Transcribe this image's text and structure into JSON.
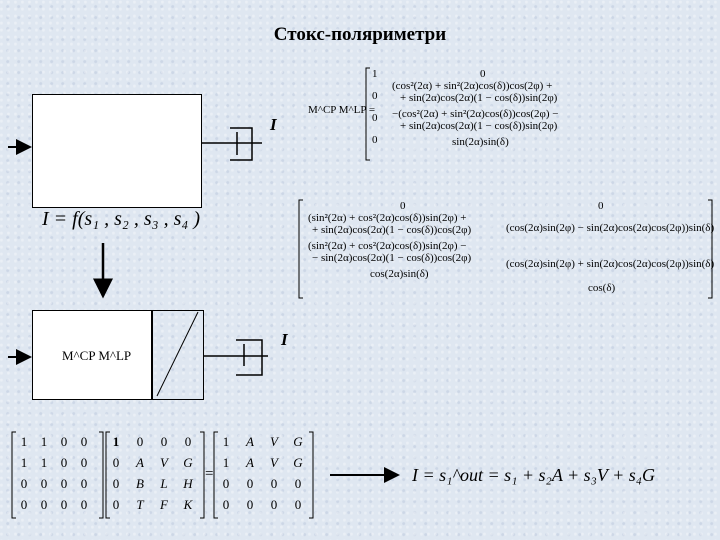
{
  "title": "Стокс-поляриметри",
  "signal_label_top": "I",
  "signal_label_bottom": "I",
  "function_eq": "I = f(s₁ , s₂ , s₃ , s₄ )",
  "box_label": "M^CP M^LP",
  "mueller_label": "M^CP M^LP =",
  "mueller_col1": [
    "1",
    "0",
    "0",
    "0"
  ],
  "mueller_col2": [
    "0",
    "(cos²(2α) + sin²(2α)cos(δ))cos(2φ) +",
    "+ sin(2α)cos(2α)(1 − cos(δ))sin(2φ)",
    "−(cos²(2α) + sin²(2α)cos(δ))cos(2φ) −",
    "+ sin(2α)cos(2α)(1 − cos(δ))sin(2φ)",
    "sin(2α)sin(δ)"
  ],
  "mueller_col3": [
    "0",
    "(sin²(2α) + cos²(2α)cos(δ))sin(2φ) +",
    "+ sin(2α)cos(2α)(1 − cos(δ))cos(2φ)",
    "(sin²(2α) + cos²(2α)cos(δ))sin(2φ) −",
    "− sin(2α)cos(2α)(1 − cos(δ))cos(2φ)",
    "cos(2α)sin(δ)"
  ],
  "mueller_col4": [
    "0",
    "(cos(2α)sin(2φ) − sin(2α)cos(2α)cos(2φ))sin(δ)",
    "(cos(2α)sin(2φ) + sin(2α)cos(2α)cos(2φ))sin(δ)",
    "cos(δ)"
  ],
  "matrix_a": [
    [
      "1",
      "1",
      "0",
      "0"
    ],
    [
      "1",
      "1",
      "0",
      "0"
    ],
    [
      "0",
      "0",
      "0",
      "0"
    ],
    [
      "0",
      "0",
      "0",
      "0"
    ]
  ],
  "matrix_b": [
    [
      "1",
      "0",
      "0",
      "0"
    ],
    [
      "0",
      "A",
      "V",
      "G"
    ],
    [
      "0",
      "B",
      "L",
      "H"
    ],
    [
      "0",
      "T",
      "F",
      "K"
    ]
  ],
  "matrix_c": [
    [
      "1",
      "A",
      "V",
      "G"
    ],
    [
      "1",
      "A",
      "V",
      "G"
    ],
    [
      "0",
      "0",
      "0",
      "0"
    ],
    [
      "0",
      "0",
      "0",
      "0"
    ]
  ],
  "equals": "=",
  "result_eq": "I = s₁^out = s₁ + s₂A + s₃V + s₄G"
}
